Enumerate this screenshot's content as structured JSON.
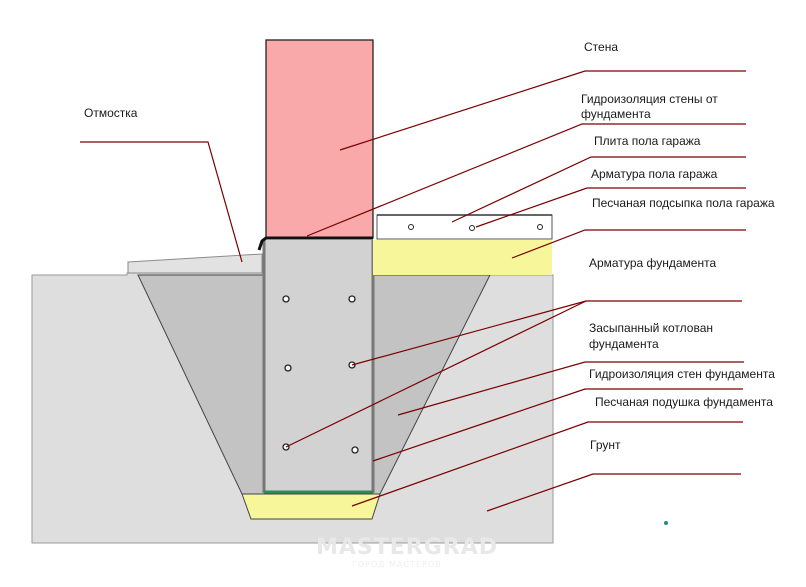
{
  "labels": {
    "wall": "Стена",
    "blind_area": "Отмостка",
    "wall_waterproofing_line1": "Гидроизоляция стены от",
    "wall_waterproofing_line2": "фундамента",
    "garage_slab": "Плита пола гаража",
    "slab_rebar": "Арматура пола гаража",
    "slab_sand": "Песчаная подсыпка пола гаража",
    "foundation_rebar": "Арматура фундамента",
    "backfill_line1": "Засыпанный котлован",
    "backfill_line2": "фундамента",
    "foundation_waterproofing": "Гидроизоляция стен фундамента",
    "sand_cushion": "Песчаная подушка фундамента",
    "soil": "Грунт"
  },
  "watermark": {
    "brand": "MASTERGRAD",
    "tagline": "ГОРОД МАСТЕРОВ"
  },
  "colors": {
    "wall": "#f9a9a9",
    "foundation": "#d2d2d2",
    "backfill": "#c3c3c3",
    "soil": "#dedede",
    "sand": "#f8f69b",
    "waterproofing_bottom": "#2e8b57",
    "leader": "#7a0000"
  }
}
